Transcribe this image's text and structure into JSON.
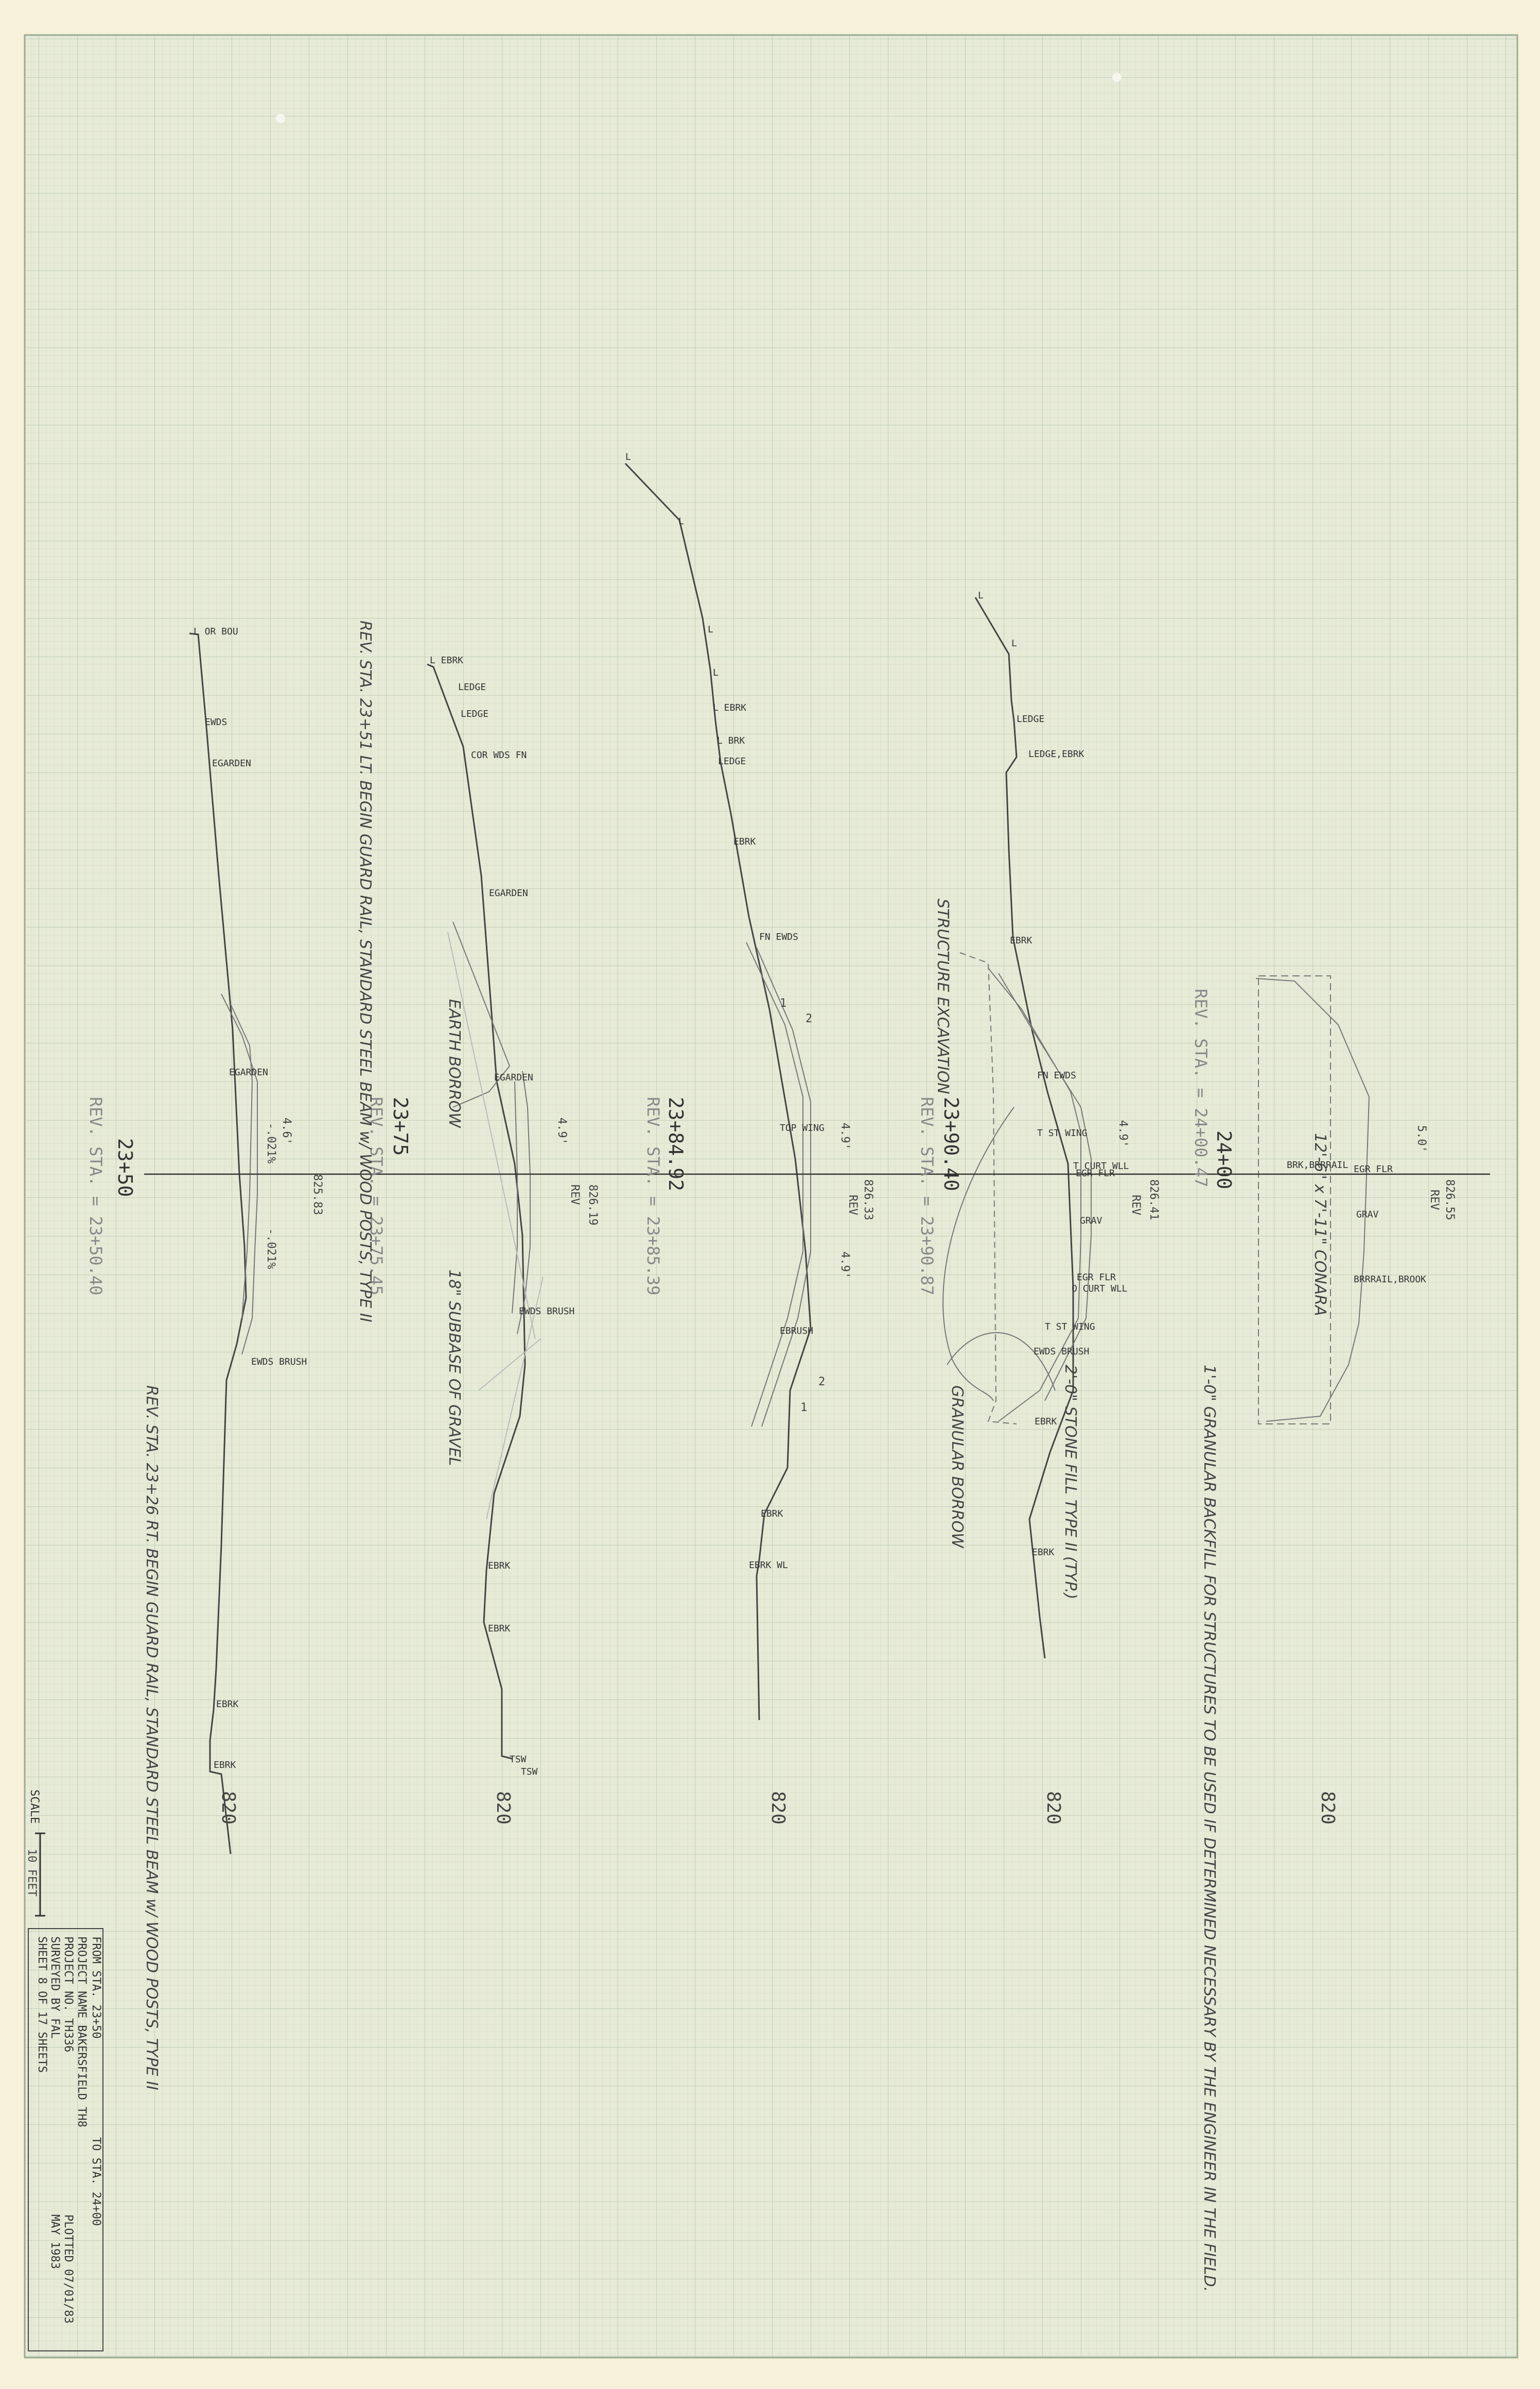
{
  "sections": [
    {
      "station": "23+50",
      "rev_station": "REV. STA. = 23+50.40",
      "elevation": "820",
      "rev_offsets": [
        "4.6'",
        "-.021%",
        "825.83",
        "-.021%"
      ],
      "labels": [
        "L OR BOU",
        "EWDS",
        "EGARDEN",
        "EGARDEN",
        "EWDS BRUSH",
        "EBRK",
        "EBRK"
      ]
    },
    {
      "station": "23+75",
      "rev_station": "REV. STA. = 23+75.45",
      "elevation": "820",
      "rev_offsets": [
        "4.9'",
        "REV",
        "826.19"
      ],
      "labels": [
        "L EBRK",
        "LEDGE",
        "LEDGE",
        "COR WDS FN",
        "EGARDEN",
        "EGARDEN",
        "EWDS BRUSH",
        "EBRK",
        "EBRK",
        "TSW",
        "TSW"
      ]
    },
    {
      "station": "23+84.92",
      "rev_station": "REV. STA. = 23+85.39",
      "elevation": "820",
      "rev_offsets": [
        "4.9'",
        "REV",
        "826.33",
        "4.9'"
      ],
      "labels": [
        "L",
        "L",
        "L",
        "L",
        "L EBRK",
        "L BRK",
        "LEDGE",
        "EBRK",
        "FN EWDS",
        "TOP WING",
        "EBRUSH",
        "EBRK",
        "EBRK WL"
      ]
    },
    {
      "station": "23+90.40",
      "rev_station": "REV. STA. = 23+90.87",
      "elevation": "820",
      "rev_offsets": [
        "4.9'",
        "REV",
        "826.41"
      ],
      "labels": [
        "L",
        "L",
        "LEDGE",
        "LEDGE,EBRK",
        "EBRK",
        "FN EWDS",
        "T ST WING",
        "T CURT WLL",
        "EGR FLR",
        "GRAV",
        "EGR FLR",
        "O CURT WLL",
        "T ST WING",
        "EWDS BRUSH",
        "EBRK",
        "EBRK"
      ]
    },
    {
      "station": "24+00",
      "rev_station": "REV. STA. = 24+00.47",
      "elevation": "820",
      "rev_offsets": [
        "5.0'",
        "REV",
        "826.55"
      ],
      "labels": [
        "BRK,BRRRAIL",
        "EGR FLR",
        "GRAV",
        "BRRRAIL,BROOK"
      ]
    }
  ],
  "notes": {
    "guard_rail_lt": "REV. STA. 23+51 LT. BEGIN GUARD RAIL, STANDARD STEEL BEAM w/ WOOD POSTS, TYPE II",
    "guard_rail_rt": "REV. STA. 23+26 RT. BEGIN GUARD RAIL, STANDARD STEEL BEAM w/ WOOD POSTS, TYPE II",
    "earth_borrow": "EARTH BORROW",
    "subbase": "18\" SUBBASE OF GRAVEL",
    "structure_excavation": "STRUCTURE EXCAVATION",
    "granular_borrow": "GRANULAR BORROW",
    "stone_fill": "2'-0\" STONE FILL TYPE II (TYP.)",
    "backfill": "1'-0\" GRANULAR BACKFILL FOR STRUCTURES TO BE USED IF DETERMINED NECESSARY BY THE ENGINEER IN THE FIELD.",
    "culvert": "12'-6\" x 7'-11\" CONARA",
    "slope_a": "1",
    "slope_b": "2"
  },
  "scale": {
    "label": "SCALE",
    "value": "10 FEET"
  },
  "title_block": {
    "from_sta": "FROM STA.   23+50",
    "to_sta": "TO STA.   24+00",
    "project_name": "PROJECT NAME   BAKERSFIELD  TH8",
    "project_no": "PROJECT NO.   TH336",
    "surveyed_by": "SURVEYED BY   FAL",
    "plotted": "PLOTTED 07/01/83",
    "sheet": "SHEET  8  OF  17  SHEETS",
    "date": "MAY 1983"
  }
}
